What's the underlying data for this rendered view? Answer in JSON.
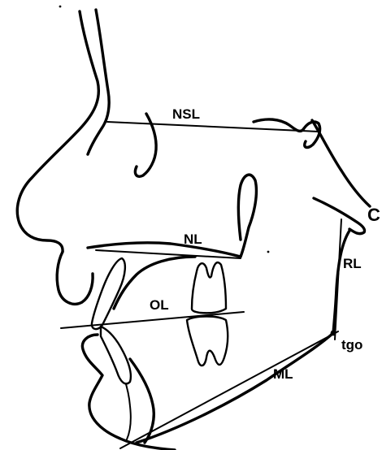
{
  "labels": {
    "nsl": "NSL",
    "nl": "NL",
    "ol": "OL",
    "rl": "RL",
    "ml": "ML",
    "tgo": "tgo",
    "c": "C"
  },
  "colors": {
    "ink": "#000000",
    "background": "#ffffff"
  }
}
